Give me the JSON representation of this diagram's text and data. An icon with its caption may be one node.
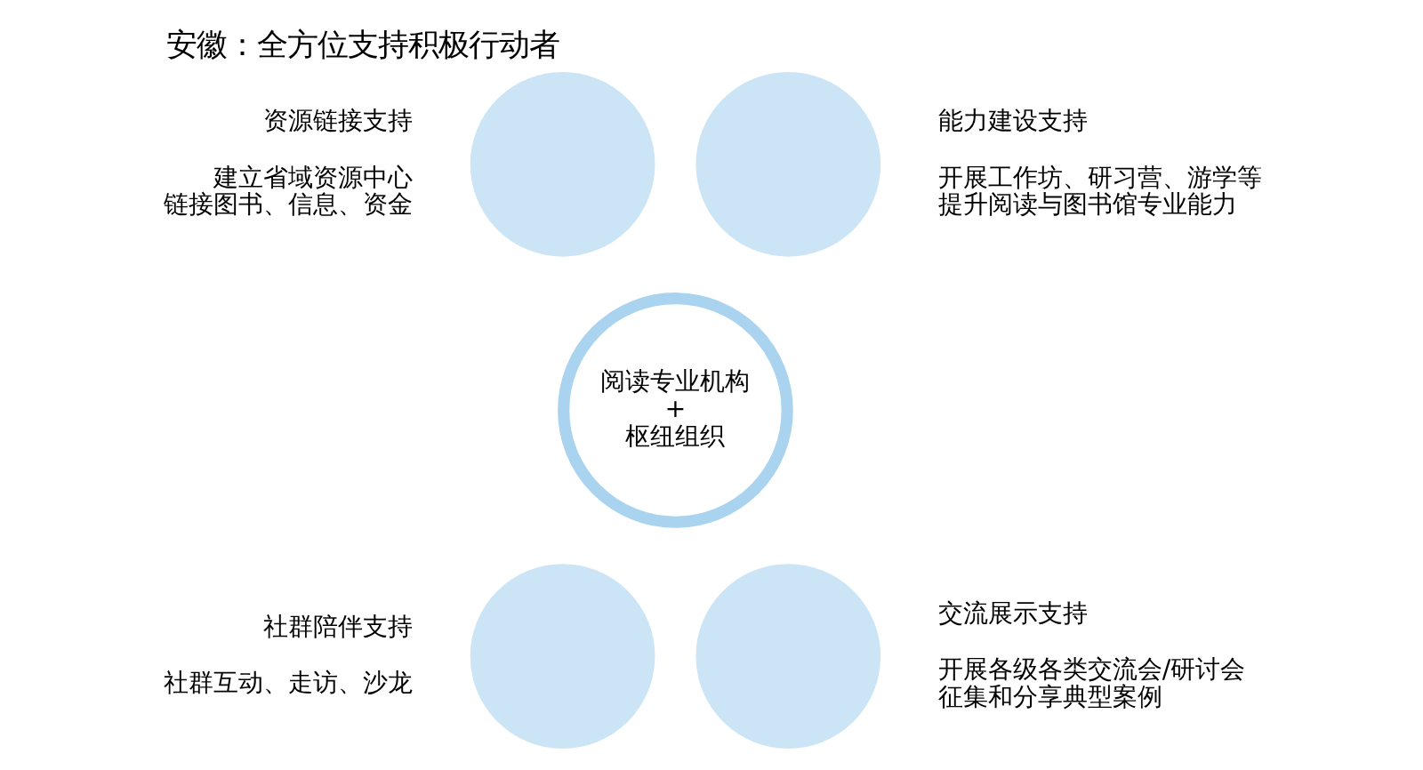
{
  "diagram": {
    "title": "安徽：全方位支持积极行动者",
    "nodes": [
      {
        "text": [
          "阅读专业机构",
          "+",
          "枢纽组织"
        ]
      },
      {
        "text": [],
        "shape": "circle"
      },
      {
        "text": [],
        "shape": "circle"
      },
      {
        "text": [],
        "shape": "circle"
      },
      {
        "text": [],
        "shape": "circle"
      },
      {
        "text": [
          "资源链接支持",
          "建立省域资源中心",
          "链接图书、信息、资金"
        ]
      },
      {
        "text": [
          "能力建设支持",
          "开展工作坊、研习营、游学等",
          "提升阅读与图书馆专业能力"
        ]
      },
      {
        "text": [
          "社群陪伴支持",
          "社群互动、走访、沙龙"
        ]
      },
      {
        "text": [
          "交流展示支持",
          "开展各级各类交流会/研讨会",
          "征集和分享典型案例"
        ]
      }
    ],
    "edges": []
  }
}
